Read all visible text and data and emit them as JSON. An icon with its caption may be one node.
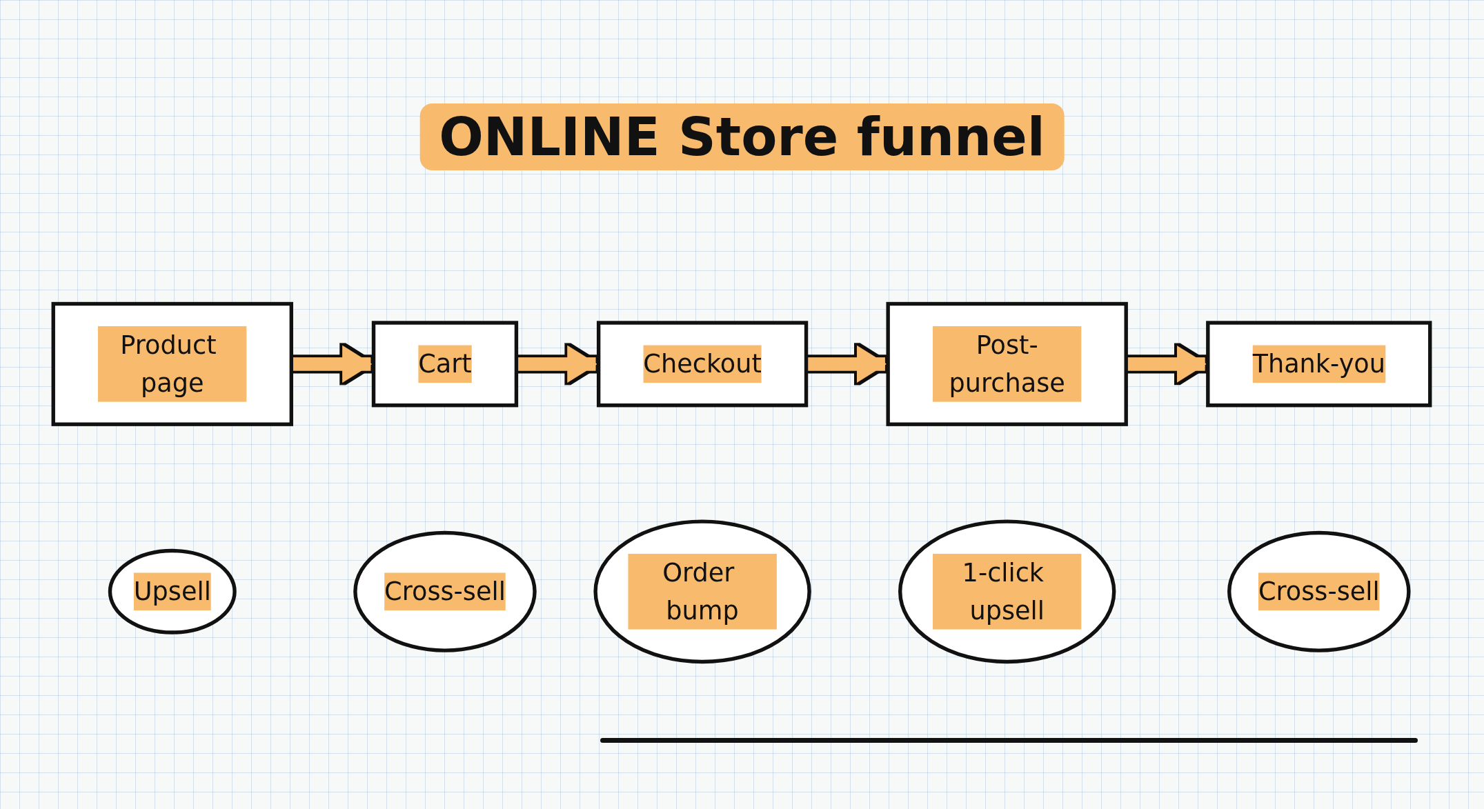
{
  "diagram": {
    "title": "ONLINE Store funnel",
    "nodes": [
      {
        "text": [
          "Product page"
        ]
      },
      {
        "text": [
          "Cart"
        ]
      },
      {
        "text": [
          "Checkout"
        ]
      },
      {
        "text": [
          "Post-purchase"
        ]
      },
      {
        "text": [
          "Thank-you"
        ]
      },
      {
        "text": [
          "Upsell"
        ]
      },
      {
        "text": [
          "Cross-sell"
        ]
      },
      {
        "text": [
          "Order bump"
        ]
      },
      {
        "text": [
          "1-click upsell"
        ]
      },
      {
        "text": [
          "Cross-sell"
        ]
      }
    ],
    "edges": [
      {
        "from": 0,
        "to": 1,
        "arrow": "to"
      },
      {
        "from": 1,
        "to": 2,
        "arrow": "to"
      },
      {
        "from": 2,
        "to": 3,
        "arrow": "to"
      },
      {
        "from": 3,
        "to": 4,
        "arrow": "to"
      }
    ]
  }
}
